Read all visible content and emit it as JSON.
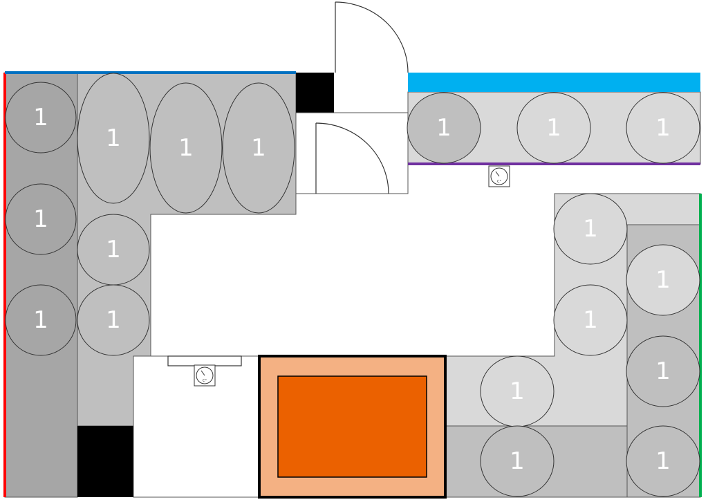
{
  "colors": {
    "zone_dark": "#a6a6a6",
    "zone_mid": "#bfbfbf",
    "zone_light": "#d9d9d9",
    "seat_dark": "#a6a6a6",
    "seat_mid": "#bfbfbf",
    "seat_light": "#d9d9d9",
    "wall_black": "#000000",
    "heater_outer": "#f4b183",
    "heater_inner": "#eb6100",
    "edge_red": "#ff0000",
    "edge_blue": "#0070c0",
    "edge_cyan": "#00b0f0",
    "edge_purple": "#7030a0",
    "edge_green": "#00b050"
  },
  "seats": [
    {
      "label": "1",
      "tone": "seat_dark"
    },
    {
      "label": "1",
      "tone": "seat_dark"
    },
    {
      "label": "1",
      "tone": "seat_dark"
    },
    {
      "label": "1",
      "tone": "seat_mid"
    },
    {
      "label": "1",
      "tone": "seat_mid"
    },
    {
      "label": "1",
      "tone": "seat_mid"
    },
    {
      "label": "1",
      "tone": "seat_mid"
    },
    {
      "label": "1",
      "tone": "seat_mid"
    },
    {
      "label": "1",
      "tone": "seat_mid"
    },
    {
      "label": "1",
      "tone": "seat_light"
    },
    {
      "label": "1",
      "tone": "seat_light"
    },
    {
      "label": "1",
      "tone": "seat_light"
    },
    {
      "label": "1",
      "tone": "seat_light"
    },
    {
      "label": "1",
      "tone": "seat_light"
    },
    {
      "label": "1",
      "tone": "seat_light"
    },
    {
      "label": "1",
      "tone": "seat_mid"
    },
    {
      "label": "1",
      "tone": "seat_mid"
    },
    {
      "label": "1",
      "tone": "seat_mid"
    },
    {
      "label": "1",
      "tone": "seat_mid"
    }
  ],
  "thermometers": [
    {
      "icon": "thermometer-icon",
      "unit": "C°"
    },
    {
      "icon": "thermometer-icon",
      "unit": "C°"
    }
  ]
}
